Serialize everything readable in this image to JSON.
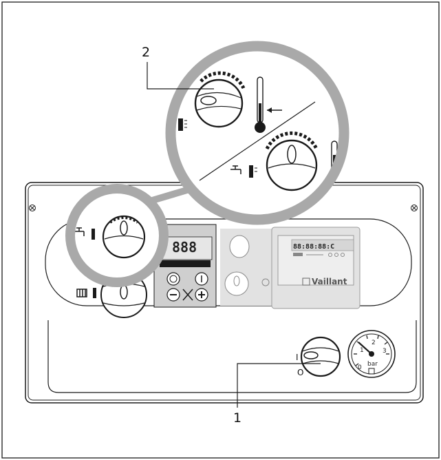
{
  "callouts": {
    "num_1": "1",
    "num_2": "2"
  },
  "brand": {
    "name": "Vaillant"
  },
  "display": {
    "digits": "888",
    "digits_secondary": "88:88:88:C"
  },
  "pressure_gauge": {
    "ticks": [
      "0",
      "1",
      "2",
      "3"
    ],
    "unit": "bar"
  },
  "main_switch": {
    "on_mark": "I",
    "off_mark": "O"
  },
  "colors": {
    "magnifier_ring": "#a9a9a9",
    "line": "#1a1a1a"
  }
}
